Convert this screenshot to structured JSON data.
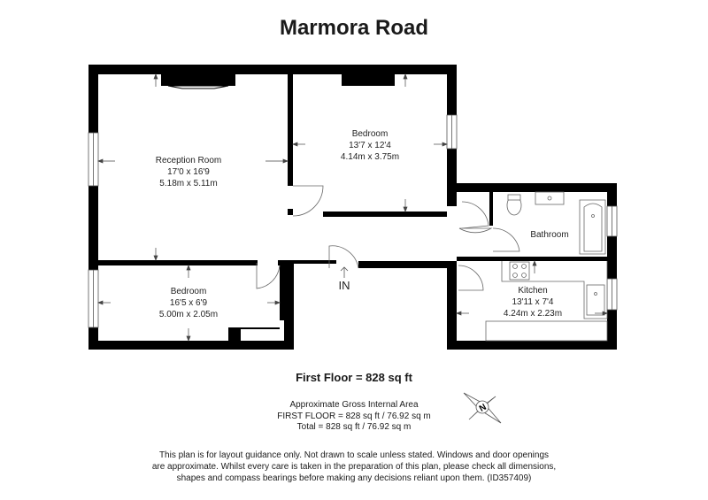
{
  "title": "Marmora Road",
  "rooms": [
    {
      "name": "Reception Room",
      "size_imperial": "17'0 x 16'9",
      "size_metric": "5.18m x 5.11m"
    },
    {
      "name": "Bedroom",
      "size_imperial": "13'7 x 12'4",
      "size_metric": "4.14m x 3.75m"
    },
    {
      "name": "Bathroom"
    },
    {
      "name": "Bedroom",
      "size_imperial": "16'5 x 6'9",
      "size_metric": "5.00m x 2.05m"
    },
    {
      "name": "Kitchen",
      "size_imperial": "13'11 x 7'4",
      "size_metric": "4.24m x 2.23m"
    }
  ],
  "entrance_label": "IN",
  "floor_area": "First Floor = 828 sq ft",
  "gross_area": {
    "heading": "Approximate Gross Internal Area",
    "floor_line": "FIRST FLOOR = 828 sq ft / 76.92 sq m",
    "total_line": "Total = 828 sq ft / 76.92 sq m"
  },
  "compass_label": "N",
  "disclaimer": [
    "This plan is for layout guidance only. Not drawn to scale unless stated. Windows and door openings",
    "are approximate. Whilst every care is taken in the preparation of this plan, please check all dimensions,",
    "shapes and compass bearings before making any decisions reliant upon them. (ID357409)"
  ]
}
